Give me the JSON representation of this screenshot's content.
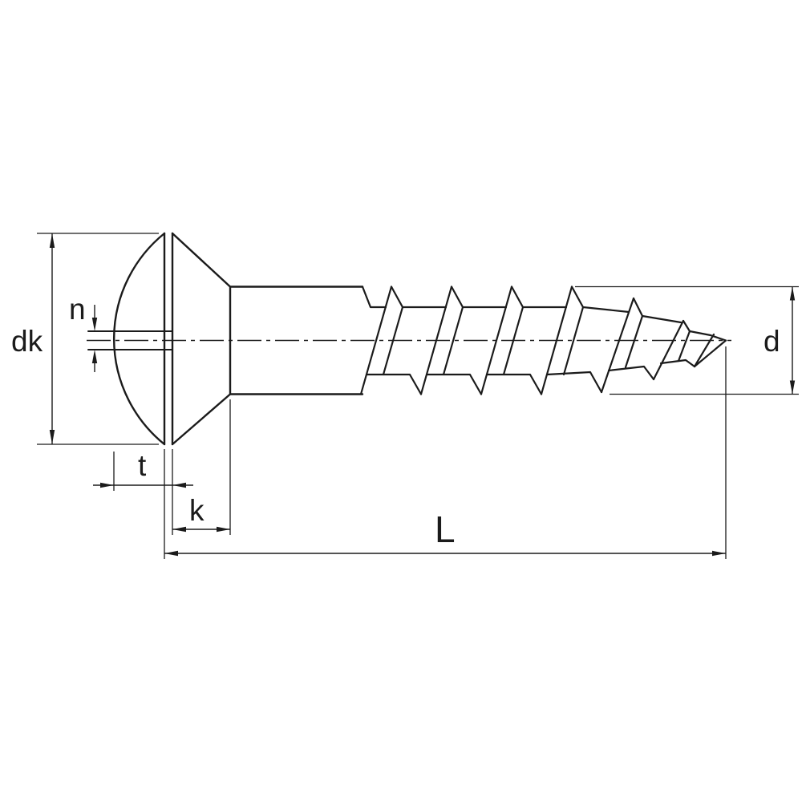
{
  "drawing": {
    "background_color": "#ffffff",
    "line_color": "#1b1b1b",
    "labels": {
      "dk": "dk",
      "n": "n",
      "t": "t",
      "k": "k",
      "L": "L",
      "d": "d"
    }
  }
}
